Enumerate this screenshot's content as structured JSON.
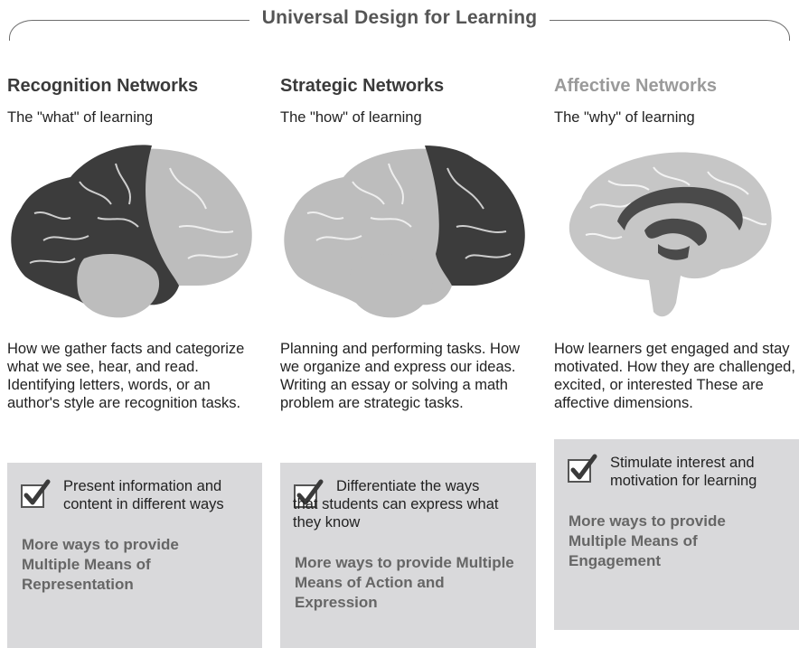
{
  "title": "Universal Design for Learning",
  "columns": [
    {
      "heading": "Recognition Networks",
      "subheading": "The \"what\" of learning",
      "description": "How we gather facts and categorize what we see, hear, and read. Identifying letters, words, or an author's style are recognition tasks.",
      "action": "Present information and content in different ways",
      "link_text": "More ways to provide Multiple Means of Representation"
    },
    {
      "heading": "Strategic Networks",
      "subheading": "The \"how\" of learning",
      "description": "Planning and performing tasks. How we organize and express our ideas. Writing an essay or solving a math problem are strategic tasks.",
      "action": "Differentiate the ways that students can express what they know",
      "link_text": "More ways to provide Multiple Means of Action and Expression"
    },
    {
      "heading": "Affective Networks",
      "subheading": "The \"why\" of learning",
      "description": "How learners get engaged and stay motivated. How they are challenged, excited, or interested These are affective dimensions.",
      "action": "Stimulate interest and motivation for learning",
      "link_text": "More ways to provide Multiple Means of Engagement"
    }
  ],
  "colors": {
    "highlight_region": "#3c3c3c",
    "base_region": "#bdbdbd",
    "box_background": "#d9d9db"
  },
  "icons": {
    "checkbox": "checkbox-check-icon"
  }
}
